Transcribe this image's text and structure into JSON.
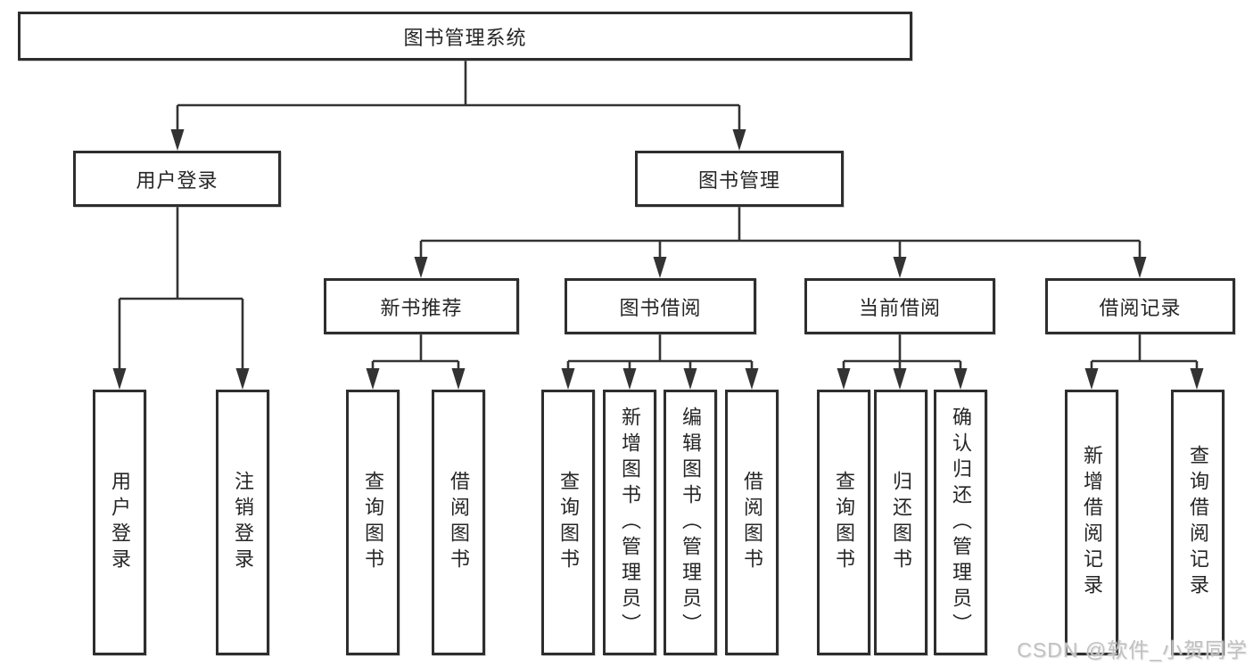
{
  "tree": {
    "root": {
      "label": "图书管理系统"
    },
    "branches": [
      {
        "label": "用户登录",
        "children": [
          {
            "label": "用户登录"
          },
          {
            "label": "注销登录"
          }
        ]
      },
      {
        "label": "图书管理",
        "children": [
          {
            "label": "新书推荐",
            "children": [
              {
                "label": "查询图书"
              },
              {
                "label": "借阅图书"
              }
            ]
          },
          {
            "label": "图书借阅",
            "children": [
              {
                "label": "查询图书"
              },
              {
                "label": "新增图书（管理员）"
              },
              {
                "label": "编辑图书（管理员）"
              },
              {
                "label": "借阅图书"
              }
            ]
          },
          {
            "label": "当前借阅",
            "children": [
              {
                "label": "查询图书"
              },
              {
                "label": "归还图书"
              },
              {
                "label": "确认归还（管理员）"
              }
            ]
          },
          {
            "label": "借阅记录",
            "children": [
              {
                "label": "新增借阅记录"
              },
              {
                "label": "查询借阅记录"
              }
            ]
          }
        ]
      }
    ]
  },
  "watermark": {
    "text": "CSDN @软件_小贺同学"
  },
  "colors": {
    "line": "#333333",
    "box_border": "#2e2e2e",
    "text": "#262626",
    "background": "#ffffff",
    "watermark": "#c0c0c0"
  }
}
